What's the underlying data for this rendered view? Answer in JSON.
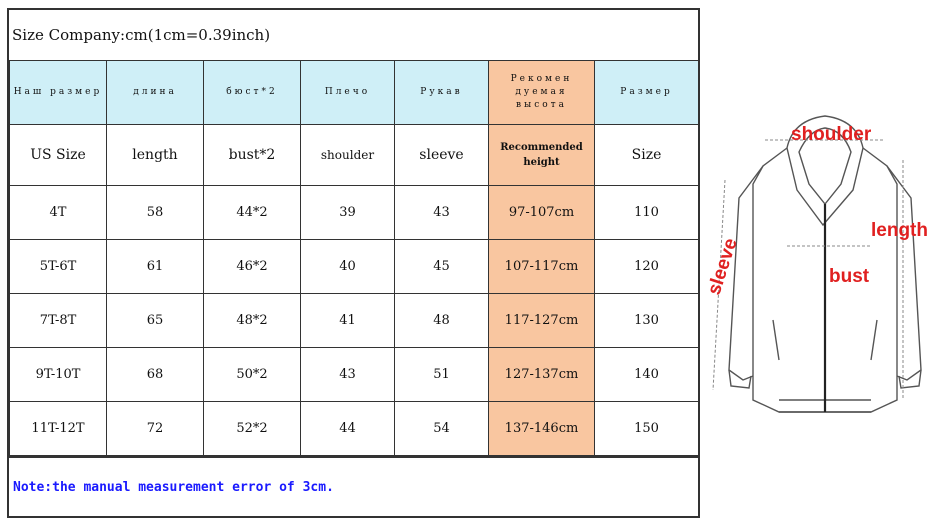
{
  "title": "Size Company:cm(1cm=0.39inch)",
  "headers_ru": [
    "Наш размер",
    "длина",
    "бюст*2",
    "Плечо",
    "Рукав",
    "Рекомен дуемая высота",
    "Размер"
  ],
  "headers_en": [
    "US Size",
    "length",
    "bust*2",
    "shoulder",
    "sleeve",
    "Recommended height",
    "Size"
  ],
  "rows": [
    [
      "4T",
      "58",
      "44*2",
      "39",
      "43",
      "97-107cm",
      "110"
    ],
    [
      "5T-6T",
      "61",
      "46*2",
      "40",
      "45",
      "107-117cm",
      "120"
    ],
    [
      "7T-8T",
      "65",
      "48*2",
      "41",
      "48",
      "117-127cm",
      "130"
    ],
    [
      "9T-10T",
      "68",
      "50*2",
      "43",
      "51",
      "127-137cm",
      "140"
    ],
    [
      "11T-12T",
      "72",
      "52*2",
      "44",
      "54",
      "137-146cm",
      "150"
    ]
  ],
  "note": "Note:the manual measurement error of 3cm.",
  "diagram_labels": {
    "shoulder": "shoulder",
    "length": "length",
    "bust": "bust",
    "sleeve": "sleeve"
  },
  "colors": {
    "header_bg": "#cfeff7",
    "recommended_bg": "#f9c6a0",
    "note_text": "#1a1aff",
    "label_red": "#e02020"
  }
}
